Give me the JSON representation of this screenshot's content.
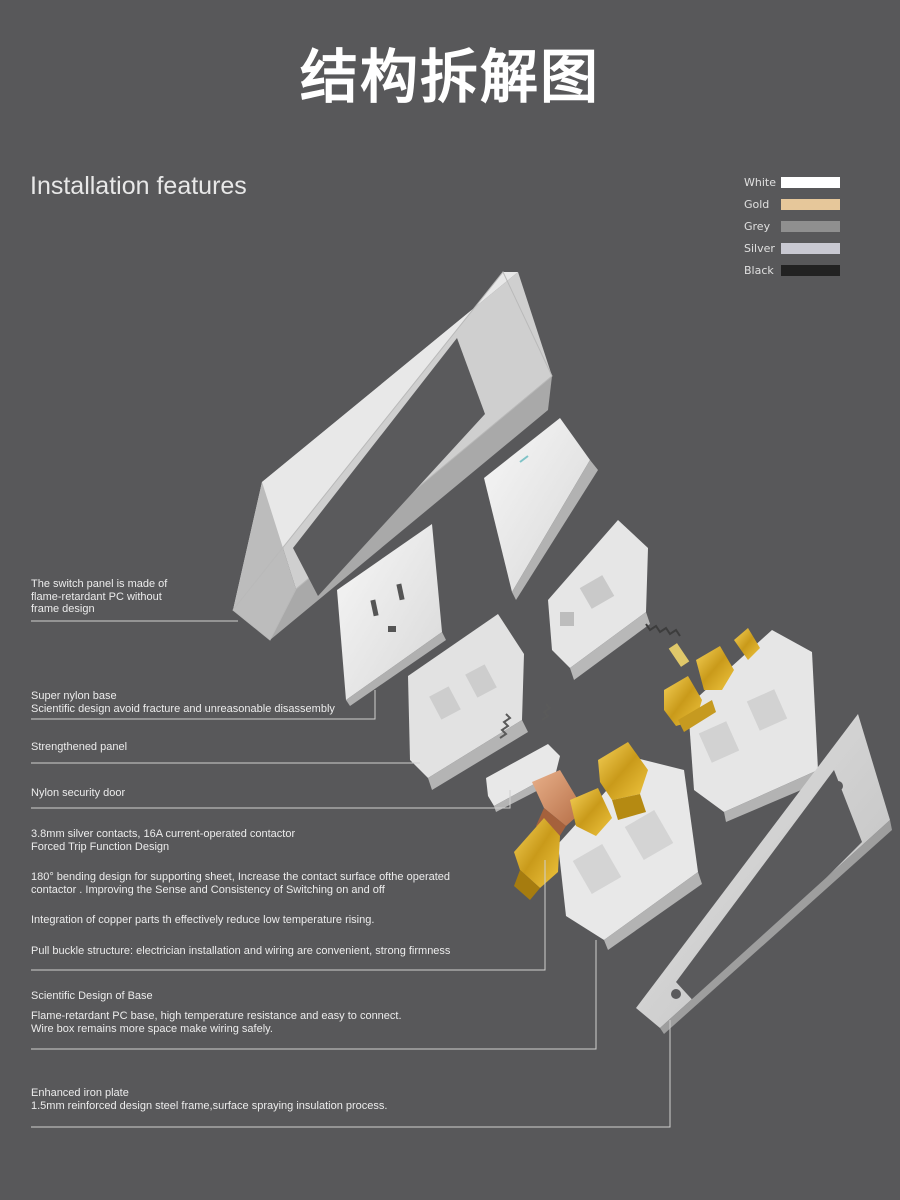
{
  "header": {
    "title": "结构拆解图"
  },
  "section": {
    "title": "Installation features"
  },
  "legend": {
    "items": [
      {
        "label": "White",
        "color": "#ffffff"
      },
      {
        "label": "Gold",
        "color": "#e6c79a"
      },
      {
        "label": "Grey",
        "color": "#8f8f8f"
      },
      {
        "label": "Silver",
        "color": "#c9c9d2"
      },
      {
        "label": "Black",
        "color": "#222222"
      }
    ]
  },
  "callouts": [
    {
      "text": "The switch panel is made of\nflame-retardant PC without\nframe design"
    },
    {
      "text": "Super nylon base\nScientific design avoid fracture and unreasonable disassembly"
    },
    {
      "text": "Strengthened panel"
    },
    {
      "text": "Nylon security door"
    },
    {
      "text": "3.8mm silver contacts, 16A current-operated contactor\nForced Trip Function Design"
    },
    {
      "text": "180° bending design for supporting sheet, Increase the contact surface ofthe operated\ncontactor . Improving the Sense and Consistency of Switching on and off"
    },
    {
      "text": "Integration of copper parts th effectively reduce low temperature rising."
    },
    {
      "text": "Pull buckle structure: electrician installation and wiring are convenient, strong firmness"
    },
    {
      "text": "Scientific Design of Base"
    },
    {
      "text": "Flame-retardant PC base, high temperature resistance and easy to connect.\nWire box remains more space make wiring safely."
    },
    {
      "text": "Enhanced iron plate\n1.5mm reinforced design steel frame,surface spraying insulation process."
    }
  ]
}
